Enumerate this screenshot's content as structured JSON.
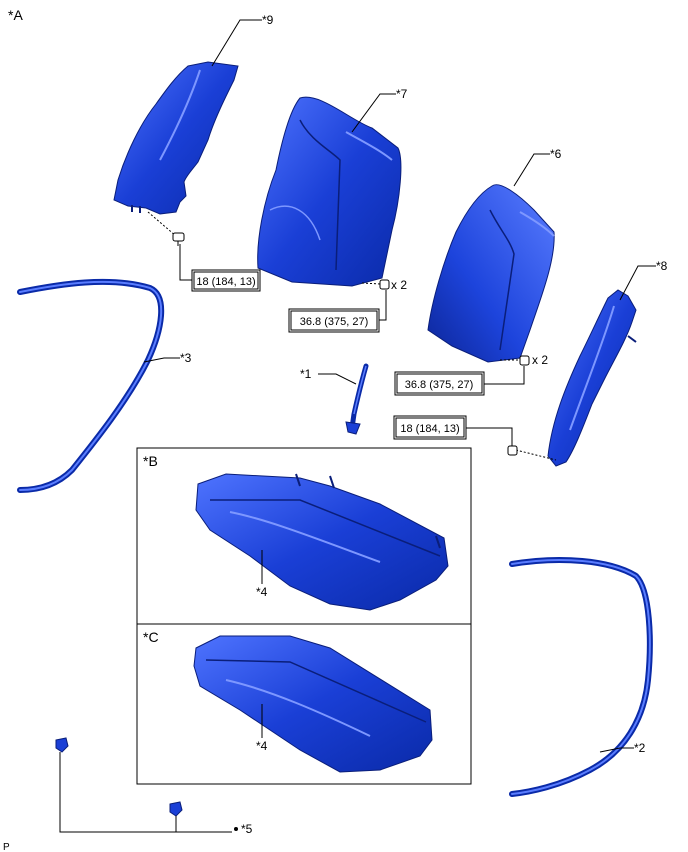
{
  "views": {
    "a": "*A",
    "b": "*B",
    "c": "*C"
  },
  "callouts": {
    "p1": "*1",
    "p2": "*2",
    "p3": "*3",
    "p4_b": "*4",
    "p4_c": "*4",
    "p5": "*5",
    "p6": "*6",
    "p7": "*7",
    "p8": "*8",
    "p9": "*9"
  },
  "torque": {
    "t9": "18 (184, 13)",
    "t7": "36.8 (375, 27)",
    "t6": "36.8 (375, 27)",
    "t8": "18 (184, 13)"
  },
  "quantities": {
    "q7": "x 2",
    "q6": "x 2"
  },
  "corner_mark": "P",
  "colors": {
    "part_fill": "#1a3fd6",
    "part_dark": "#0a1e7a",
    "part_light": "#4f74ff"
  }
}
